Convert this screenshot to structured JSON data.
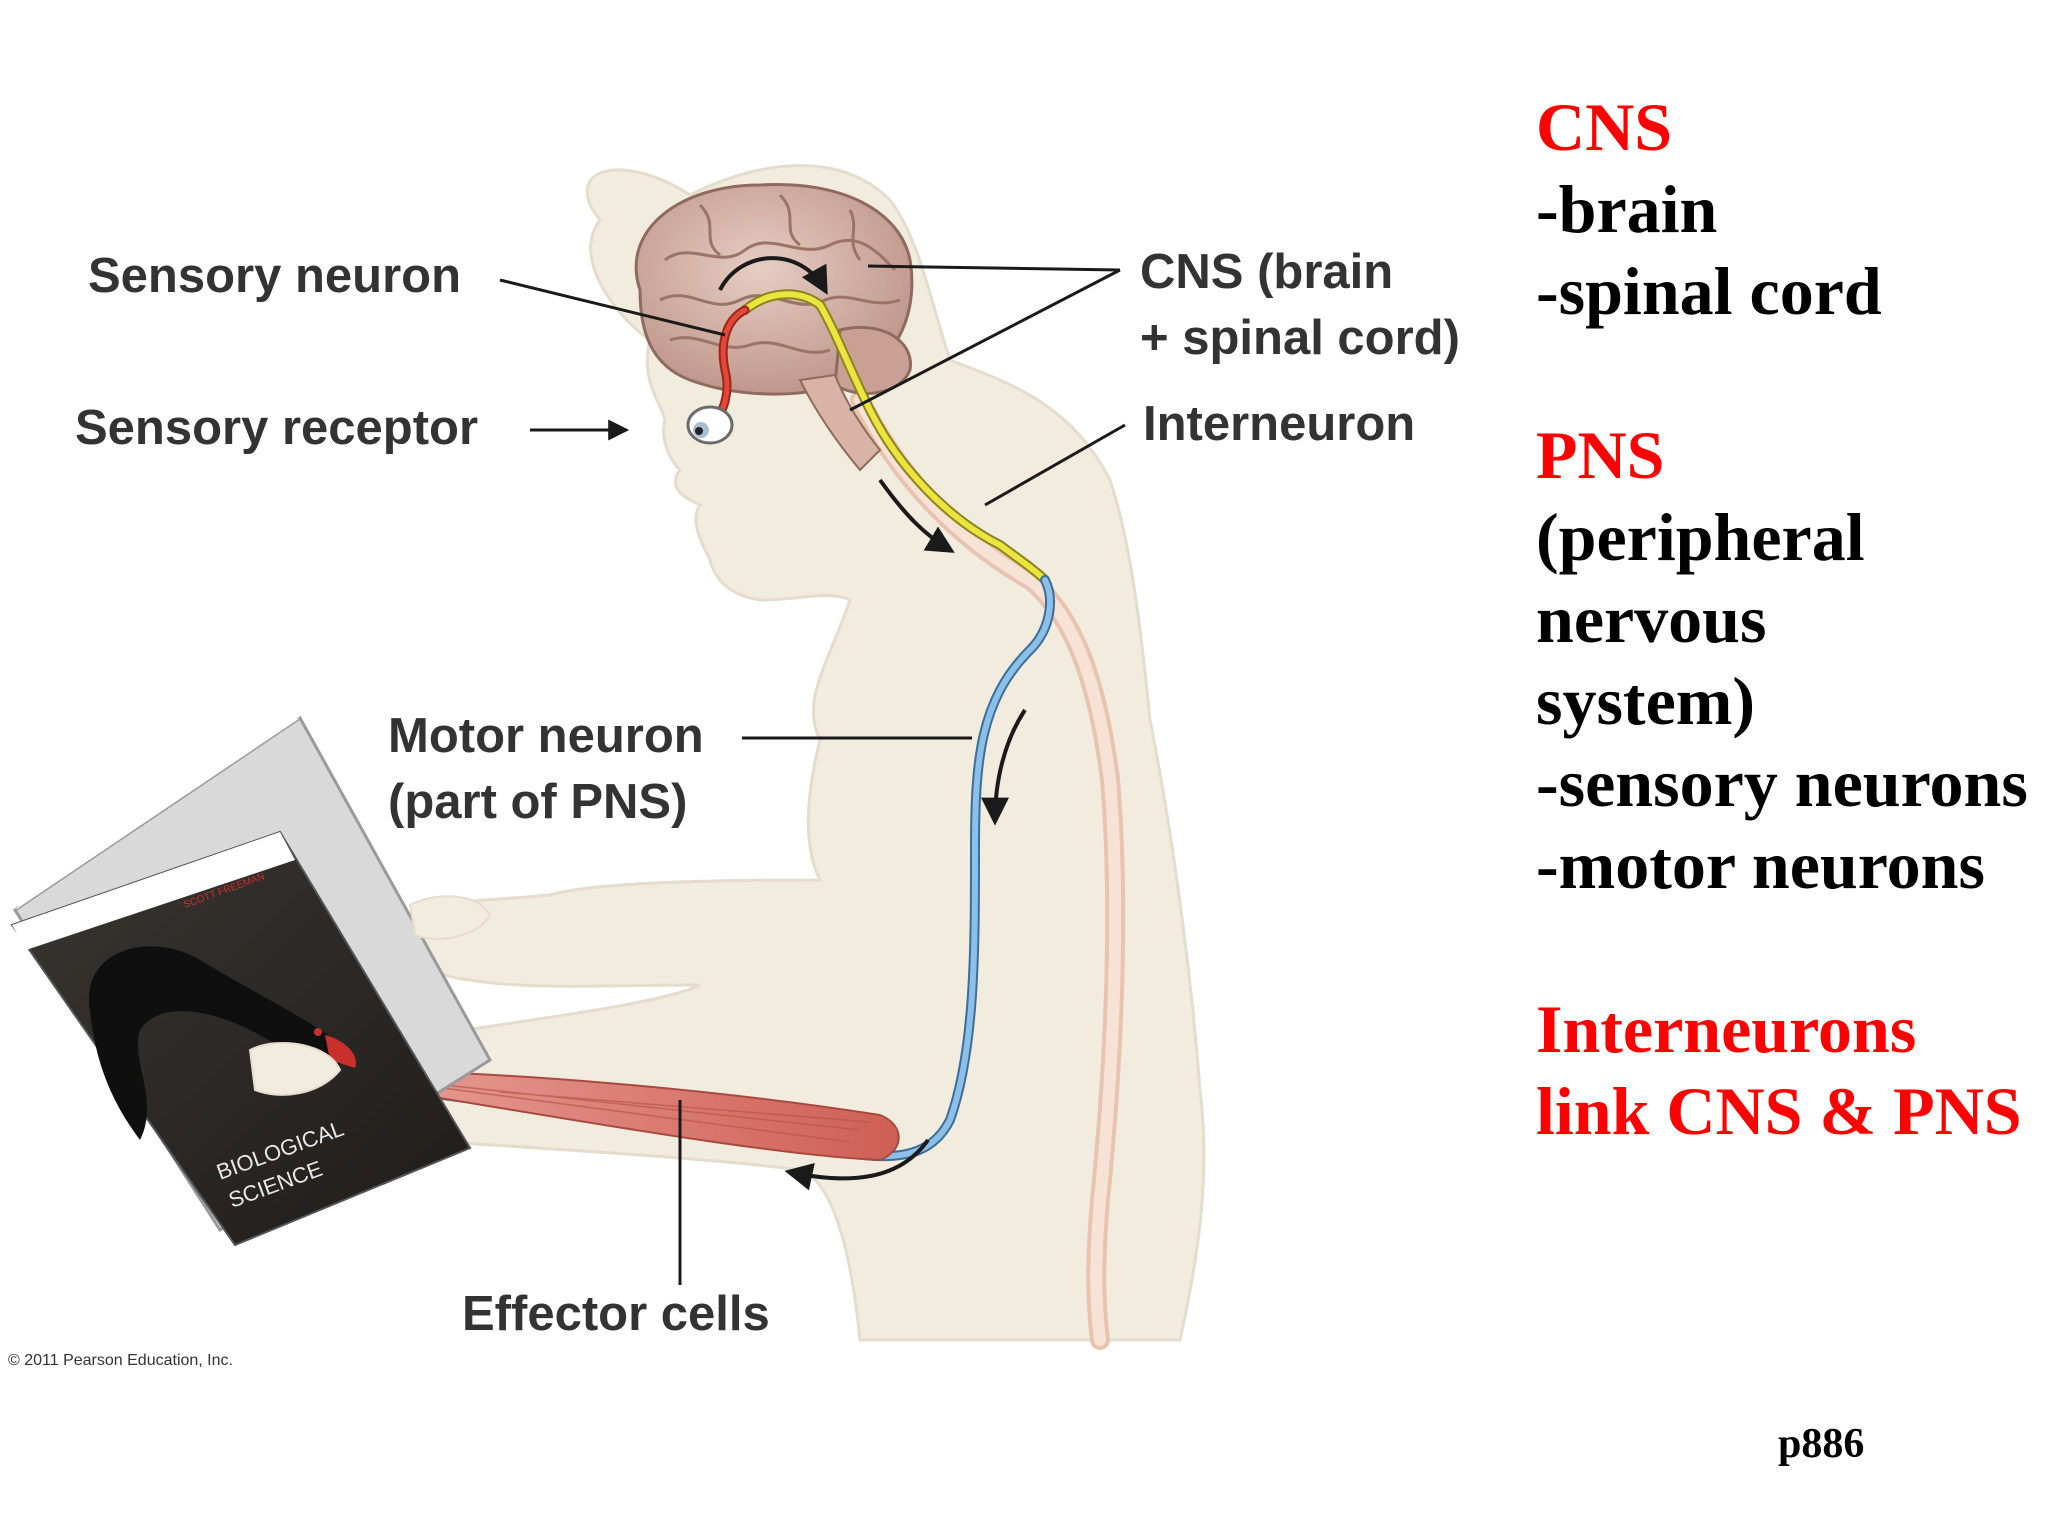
{
  "labels": {
    "sensory_neuron": "Sensory neuron",
    "sensory_receptor": "Sensory receptor",
    "cns_line1": "CNS (brain",
    "cns_line2": "+ spinal cord)",
    "interneuron": "Interneuron",
    "motor_line1": "Motor neuron",
    "motor_line2": "(part of PNS)",
    "effector": "Effector cells",
    "copyright": "© 2011 Pearson Education, Inc."
  },
  "book": {
    "author": "SCOTT FREEMAN",
    "title_line1": "BIOLOGICAL",
    "title_line2": "SCIENCE"
  },
  "sidebar": {
    "cns_heading": "CNS",
    "cns_items": [
      "-brain",
      "-spinal cord"
    ],
    "pns_heading": "PNS",
    "pns_desc": [
      "(peripheral",
      "nervous",
      "system)"
    ],
    "pns_items": [
      "-sensory neurons",
      "-motor neurons"
    ],
    "inter_lines": [
      "Interneurons",
      "link CNS & PNS"
    ]
  },
  "page_ref": "p886",
  "colors": {
    "label_text": "#333333",
    "heading_red": "#ff0000",
    "body_silhouette": "#f2ecdf",
    "interneuron_yellow": "#e8e13a",
    "motor_blue": "#6ea6d4",
    "sensory_red": "#d9392b",
    "spinal_cord": "#f3d9c8",
    "muscle": "#d9766a"
  }
}
